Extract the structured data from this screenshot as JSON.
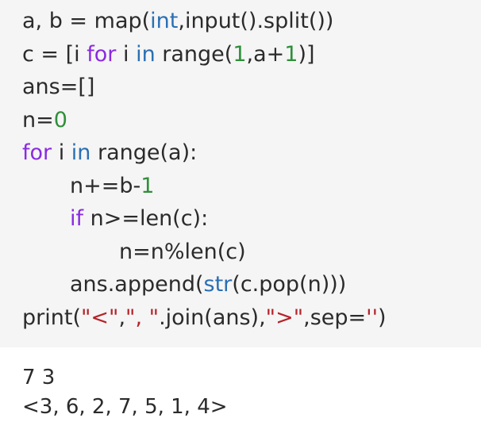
{
  "colors": {
    "code_background": "#f5f5f5",
    "output_background": "#ffffff",
    "default_text": "#2b2b2b",
    "keyword": "#8a2be2",
    "builtin": "#2a6fb3",
    "number": "#2f8f3a",
    "string": "#b4232a"
  },
  "code": {
    "lines": [
      {
        "tokens": [
          {
            "t": "a, b = map(",
            "k": "default"
          },
          {
            "t": "int",
            "k": "builtin"
          },
          {
            "t": ",input().split())",
            "k": "default"
          }
        ]
      },
      {
        "tokens": [
          {
            "t": "c = [i ",
            "k": "default"
          },
          {
            "t": "for",
            "k": "keyword"
          },
          {
            "t": " i ",
            "k": "default"
          },
          {
            "t": "in",
            "k": "builtin"
          },
          {
            "t": " range(",
            "k": "default"
          },
          {
            "t": "1",
            "k": "number"
          },
          {
            "t": ",a+",
            "k": "default"
          },
          {
            "t": "1",
            "k": "number"
          },
          {
            "t": ")]",
            "k": "default"
          }
        ]
      },
      {
        "tokens": [
          {
            "t": "ans=[]",
            "k": "default"
          }
        ]
      },
      {
        "tokens": [
          {
            "t": "n=",
            "k": "default"
          },
          {
            "t": "0",
            "k": "number"
          }
        ]
      },
      {
        "tokens": [
          {
            "t": "for",
            "k": "keyword"
          },
          {
            "t": " i ",
            "k": "default"
          },
          {
            "t": "in",
            "k": "builtin"
          },
          {
            "t": " range(a):",
            "k": "default"
          }
        ]
      },
      {
        "indent": 1,
        "tokens": [
          {
            "t": "n+=b-",
            "k": "default"
          },
          {
            "t": "1",
            "k": "number"
          }
        ]
      },
      {
        "indent": 1,
        "tokens": [
          {
            "t": "if",
            "k": "keyword"
          },
          {
            "t": " n>=len(c):",
            "k": "default"
          }
        ]
      },
      {
        "indent": 2,
        "tokens": [
          {
            "t": "n=n%len(c)",
            "k": "default"
          }
        ]
      },
      {
        "indent": 1,
        "tokens": [
          {
            "t": "ans.append(",
            "k": "default"
          },
          {
            "t": "str",
            "k": "builtin"
          },
          {
            "t": "(c.pop(n)))",
            "k": "default"
          }
        ]
      },
      {
        "tokens": [
          {
            "t": "print(",
            "k": "default"
          },
          {
            "t": "\"<\"",
            "k": "string"
          },
          {
            "t": ",",
            "k": "default"
          },
          {
            "t": "\", \"",
            "k": "string"
          },
          {
            "t": ".join(ans),",
            "k": "default"
          },
          {
            "t": "\">\"",
            "k": "string"
          },
          {
            "t": ",sep=",
            "k": "default"
          },
          {
            "t": "''",
            "k": "string"
          },
          {
            "t": ")",
            "k": "default"
          }
        ]
      }
    ]
  },
  "output": {
    "lines": [
      "7 3",
      "<3, 6, 2, 7, 5, 1, 4>"
    ]
  }
}
